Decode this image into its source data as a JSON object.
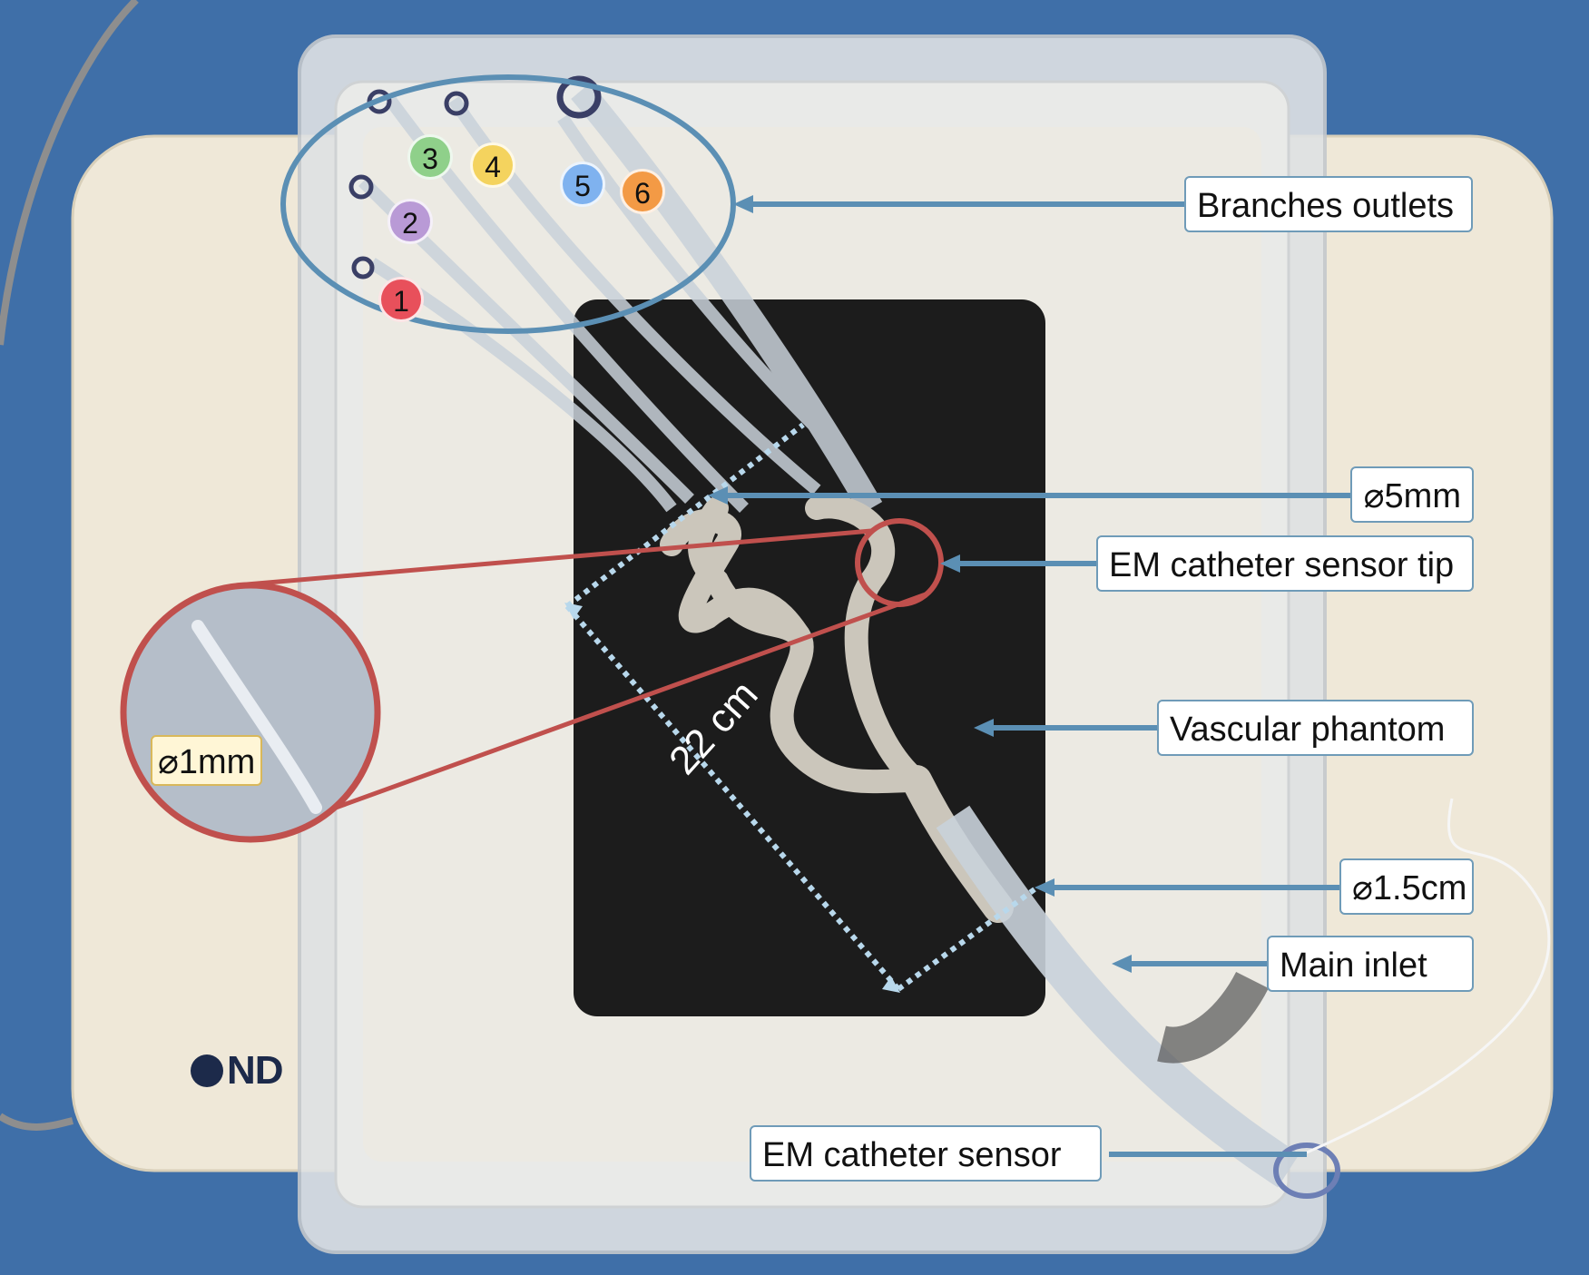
{
  "labels": {
    "branches_outlets": "Branches outlets",
    "d5mm": "⌀5mm",
    "em_tip": "EM catheter sensor tip",
    "vascular_phantom": "Vascular phantom",
    "d15cm": "⌀1.5cm",
    "main_inlet": "Main inlet",
    "em_sensor": "EM catheter sensor",
    "zoom_1mm": "⌀1mm",
    "dimension_22cm": "22 cm",
    "logo": "ND"
  },
  "branches": [
    {
      "number": "1",
      "color": "#e8505b"
    },
    {
      "number": "2",
      "color": "#b99ad6"
    },
    {
      "number": "3",
      "color": "#8fd08a"
    },
    {
      "number": "4",
      "color": "#f4d35e"
    },
    {
      "number": "5",
      "color": "#7fb2ef"
    },
    {
      "number": "6",
      "color": "#f39a45"
    }
  ],
  "colors": {
    "callout_line": "#5b8fb4",
    "zoom_circle": "#c0504d",
    "background": "#3f6fa8"
  }
}
